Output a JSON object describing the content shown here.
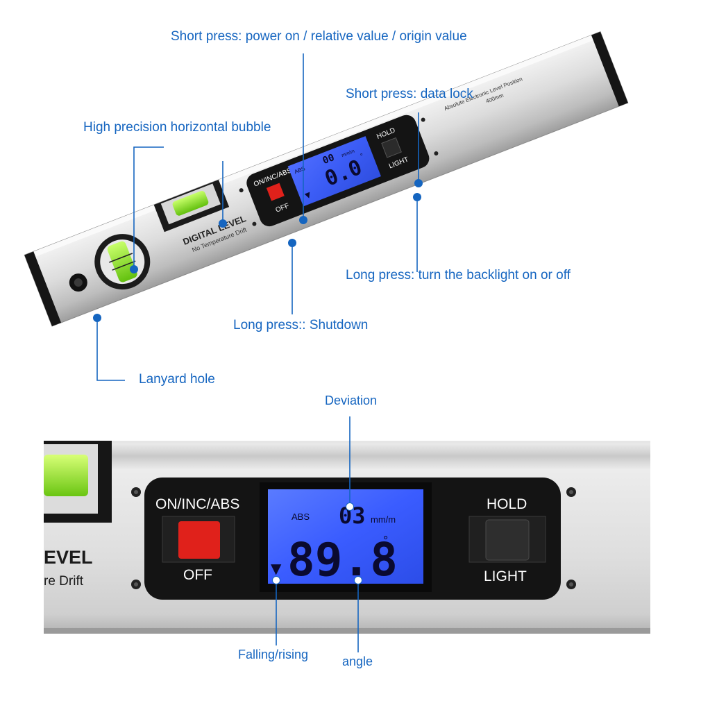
{
  "callouts": {
    "power": "Short press: power on / relative value / origin value",
    "data_lock": "Short press: data lock",
    "bubble": "High precision horizontal bubble",
    "backlight": "Long press: turn the backlight on or off",
    "shutdown": "Long press:: Shutdown",
    "lanyard": "Lanyard hole",
    "deviation": "Deviation",
    "falling_rising": "Falling/rising",
    "angle": "angle"
  },
  "device_top": {
    "brand_label": "DIGITAL LEVEL",
    "brand_sub": "No Temperature Drift",
    "spec_line1": "Absolute Electronic Level Position",
    "spec_line2": "400mm",
    "left_button_top": "ON/INC/ABS",
    "left_button_bottom": "OFF",
    "right_button_top": "HOLD",
    "right_button_bottom": "LIGHT",
    "lcd_mode": "ABS",
    "lcd_small_value": "00",
    "lcd_unit": "mm/m",
    "lcd_main_value": "0.0",
    "lcd_degree": "°"
  },
  "device_bottom": {
    "brand_partial": "EVEL",
    "brand_sub_partial": "re Drift",
    "left_button_top": "ON/INC/ABS",
    "left_button_bottom": "OFF",
    "right_button_top": "HOLD",
    "right_button_bottom": "LIGHT",
    "lcd_mode": "ABS",
    "lcd_small_value": "03",
    "lcd_unit": "mm/m",
    "lcd_main_value": "89.8",
    "lcd_degree": "°",
    "lcd_arrow": "▼"
  },
  "colors": {
    "callout_blue": "#1565c0",
    "lcd_blue": "#3a5cff",
    "body_silver": "#d9d9d9",
    "panel_black": "#1b1b1b",
    "button_red": "#e0211b",
    "bubble_green": "#7fdc1a"
  }
}
